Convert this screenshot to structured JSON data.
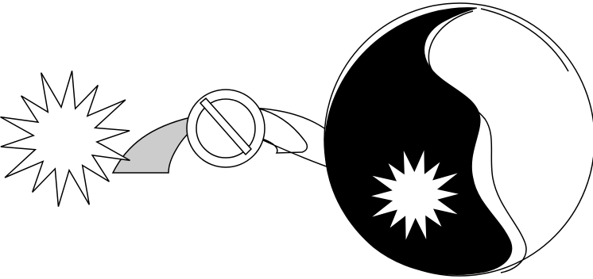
{
  "colors": {
    "background": "#ffffff",
    "ink": "#000000",
    "gray_fill": "#cccccc"
  },
  "elements": {
    "burst_left_icon": "starburst-outline",
    "gray_arc_icon": "curved-band-gray",
    "white_arc_icon": "curved-band-white",
    "no_sign_icon": "prohibition-sign",
    "yin_yang_icon": "yin-yang",
    "burst_inner_icon": "starburst-white"
  }
}
